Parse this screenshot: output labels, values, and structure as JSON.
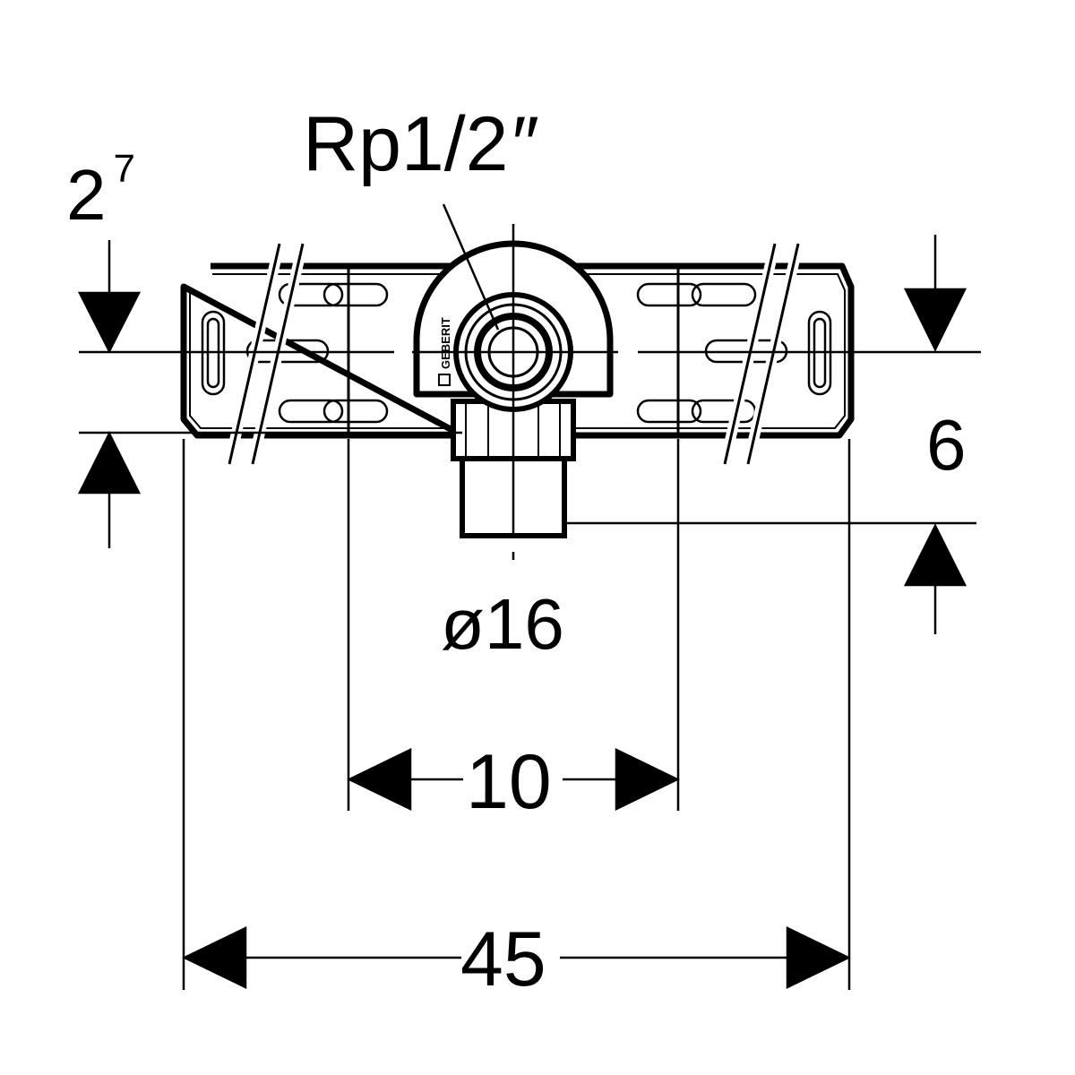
{
  "drawing": {
    "thread_label": "Rp1/2",
    "thread_inch_mark": "″",
    "top_offset_base": "2",
    "top_offset_sup": "7",
    "outlet_depth": "6",
    "pipe_diameter": "ø16",
    "mount_spacing": "10",
    "overall_width": "45",
    "logo_text": "GEBERIT"
  }
}
